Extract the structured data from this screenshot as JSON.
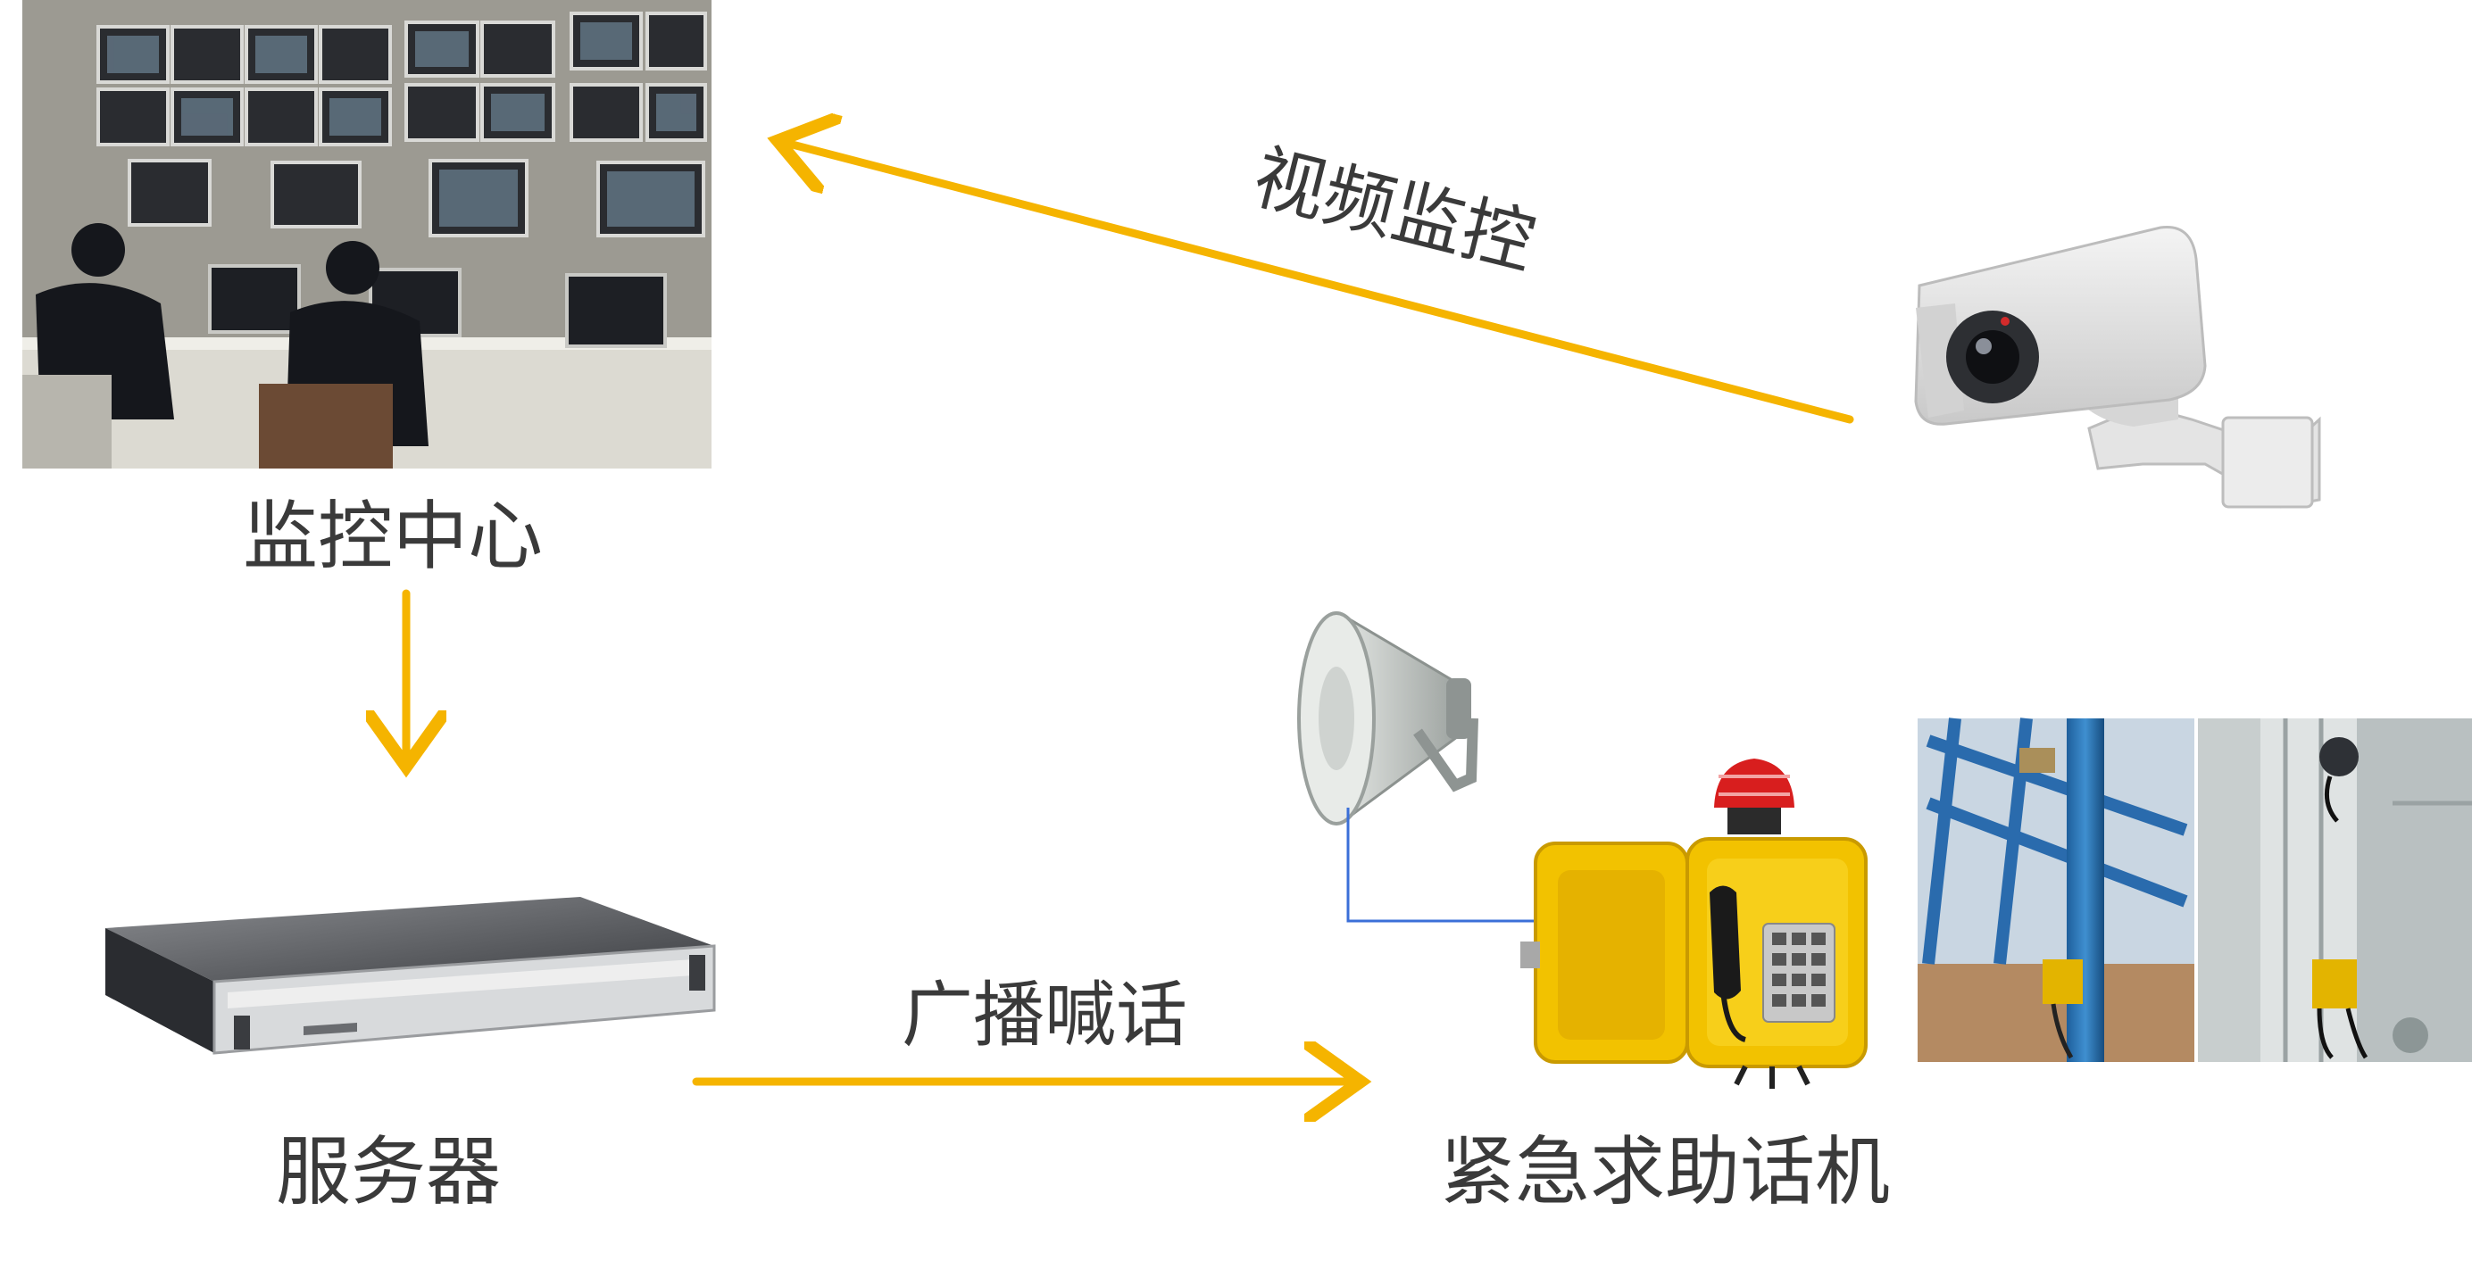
{
  "nodes": {
    "monitoring_center": {
      "label": "监控中心"
    },
    "server": {
      "label": "服务器"
    },
    "emergency_phone": {
      "label": "紧急求助话机"
    },
    "camera": {
      "label": ""
    },
    "horn_speaker": {
      "label": ""
    },
    "site_photos": {
      "label": ""
    }
  },
  "edges": {
    "video_monitoring": {
      "label": "视频监控",
      "from": "camera",
      "to": "monitoring_center"
    },
    "center_to_server": {
      "label": "",
      "from": "monitoring_center",
      "to": "server"
    },
    "broadcast_call": {
      "label": "广播喊话",
      "from": "server",
      "to": "emergency_phone"
    },
    "phone_to_horn": {
      "label": "",
      "from": "emergency_phone",
      "to": "horn_speaker"
    }
  },
  "colors": {
    "arrow": "#f5b400",
    "wire": "#3b6fd8",
    "text": "#3a3a3a",
    "phone_yellow": "#f2c200",
    "beacon_red": "#d81e1e"
  }
}
